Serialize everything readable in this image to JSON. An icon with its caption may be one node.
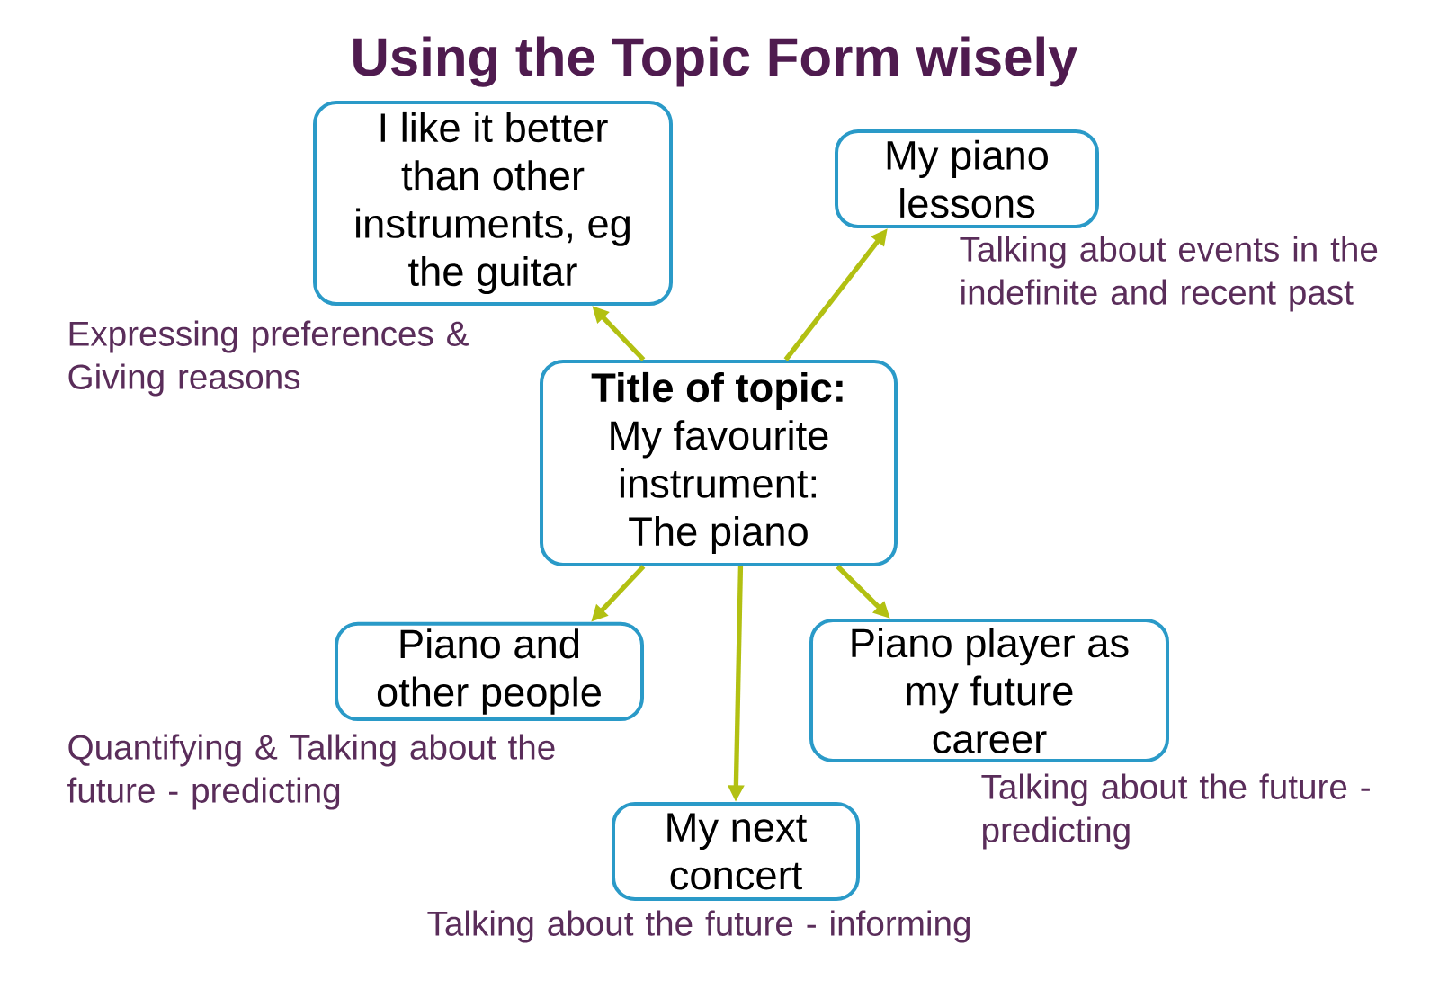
{
  "diagram": {
    "title": "Using the Topic Form wisely",
    "nodes": [
      {
        "text": [
          "Title of topic:",
          "My favourite instrument: The piano"
        ]
      },
      {
        "text": [
          "I like it better than other instruments, eg the guitar"
        ],
        "beside": [
          "Expressing preferences & Giving reasons"
        ]
      },
      {
        "text": [
          "My piano lessons"
        ],
        "beside": [
          "Talking about events in the indefinite and recent past"
        ]
      },
      {
        "text": [
          "Piano and other people"
        ],
        "beside": [
          "Quantifying & Talking about the future - predicting"
        ]
      },
      {
        "text": [
          "Piano player as my future career"
        ],
        "beside": [
          "Talking about the future - predicting"
        ]
      },
      {
        "text": [
          "My next concert"
        ],
        "beside": [
          "Talking about the future - informing"
        ]
      }
    ],
    "edges": [
      {
        "from": 0,
        "to": 1,
        "arrow": "to"
      },
      {
        "from": 0,
        "to": 2,
        "arrow": "to"
      },
      {
        "from": 0,
        "to": 3,
        "arrow": "to"
      },
      {
        "from": 0,
        "to": 4,
        "arrow": "to"
      },
      {
        "from": 0,
        "to": 5,
        "arrow": "to"
      }
    ]
  }
}
